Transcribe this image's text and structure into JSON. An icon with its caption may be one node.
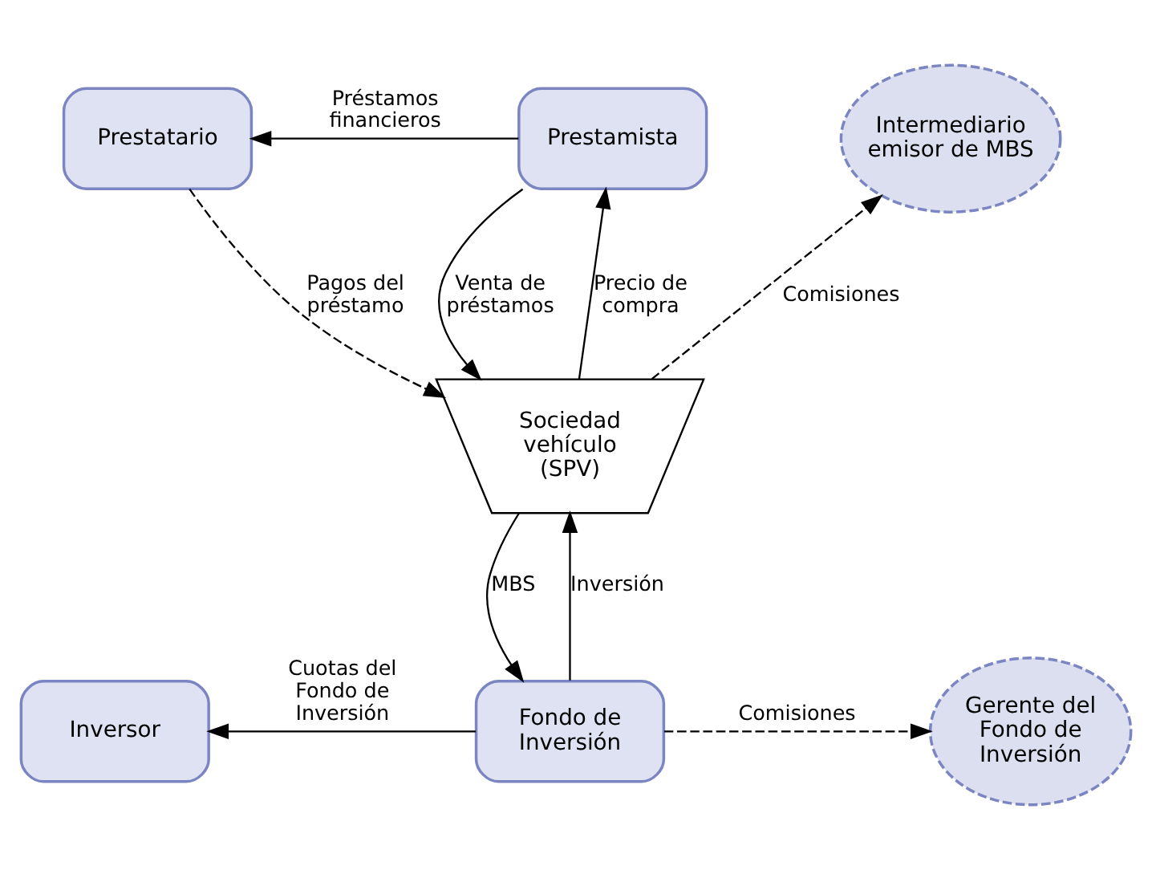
{
  "diagram": {
    "nodes": [
      {
        "text": [
          "Prestatario"
        ]
      },
      {
        "text": [
          "Prestamista"
        ]
      },
      {
        "text": [
          "Intermediario emisor de MBS"
        ]
      },
      {
        "text": [
          "Sociedad vehículo (SPV)"
        ]
      },
      {
        "text": [
          "Inversor"
        ]
      },
      {
        "text": [
          "Fondo de Inversión"
        ]
      },
      {
        "text": [
          "Gerente del Fondo de Inversión"
        ]
      }
    ],
    "edges": [
      {
        "from": 1,
        "to": 0,
        "arrow": "to",
        "label": "Préstamos financieros"
      },
      {
        "from": 0,
        "to": 3,
        "arrow": "to",
        "label": "Pagos del préstamo",
        "style": "dashed"
      },
      {
        "from": 3,
        "to": 1,
        "arrow": "to",
        "label": "Precio de compra"
      },
      {
        "from": 1,
        "to": 3,
        "arrow": "to",
        "label": "Venta de préstamos"
      },
      {
        "from": 3,
        "to": 2,
        "arrow": "to",
        "label": "Comisiones",
        "style": "dashed"
      },
      {
        "from": 5,
        "to": 3,
        "arrow": "to",
        "label": "Inversión"
      },
      {
        "from": 3,
        "to": 5,
        "arrow": "to",
        "label": "MBS"
      },
      {
        "from": 5,
        "to": 4,
        "arrow": "to",
        "label": "Cuotas del Fondo de Inversión"
      },
      {
        "from": 5,
        "to": 6,
        "arrow": "to",
        "label": "Comisiones",
        "style": "dashed"
      }
    ]
  }
}
